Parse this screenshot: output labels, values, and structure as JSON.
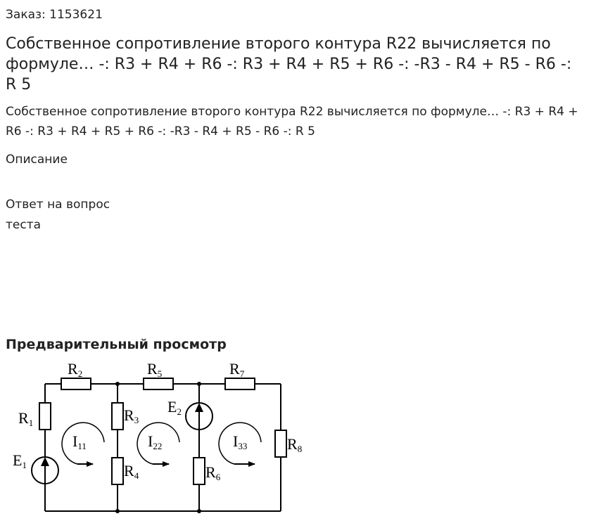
{
  "order": "Заказ: 1153621",
  "title": "Собственное сопротивление второго контура R22 вычисляется по формуле… -: R3 + R4 + R6 -: R3 + R4 + R5 + R6 -: -R3 - R4 + R5 - R6 -: R 5",
  "description": "Собственное сопротивление второго контура R22 вычисляется по формуле… -: R3 + R4 + R6 -: R3 + R4 + R5 + R6 -: -R3 - R4 + R5 - R6 -: R 5",
  "description_label": "Описание",
  "answer_label": "Ответ на вопрос теста",
  "preview_heading": "Предварительный просмотр",
  "circuit": {
    "resistors": [
      {
        "main": "R",
        "sub": "1"
      },
      {
        "main": "R",
        "sub": "2"
      },
      {
        "main": "R",
        "sub": "3"
      },
      {
        "main": "R",
        "sub": "4"
      },
      {
        "main": "R",
        "sub": "5"
      },
      {
        "main": "R",
        "sub": "6"
      },
      {
        "main": "R",
        "sub": "7"
      },
      {
        "main": "R",
        "sub": "8"
      }
    ],
    "sources": [
      {
        "main": "E",
        "sub": "1"
      },
      {
        "main": "E",
        "sub": "2"
      }
    ],
    "currents": [
      {
        "main": "I",
        "sub": "11"
      },
      {
        "main": "I",
        "sub": "22"
      },
      {
        "main": "I",
        "sub": "33"
      }
    ]
  }
}
